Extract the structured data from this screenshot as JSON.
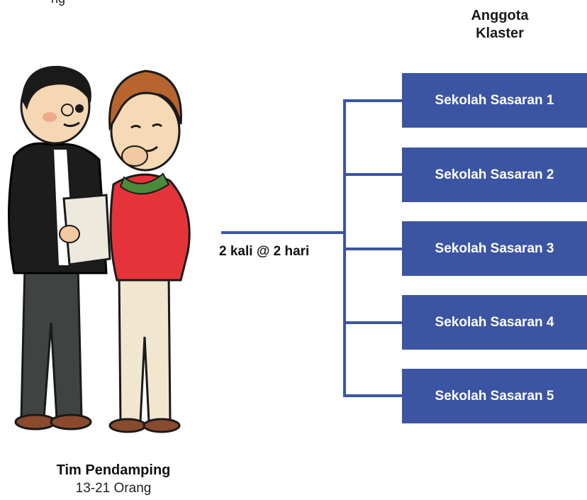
{
  "top_partial_text": "ng",
  "cluster_header": {
    "line1": "Anggota",
    "line2": "Klaster"
  },
  "connector_label": "2 kali @ 2 hari",
  "schools": [
    "Sekolah Sasaran 1",
    "Sekolah Sasaran 2",
    "Sekolah Sasaran 3",
    "Sekolah Sasaran 4",
    "Sekolah Sasaran 5"
  ],
  "team": {
    "title": "Tim Pendamping",
    "count": "13-21 Orang"
  },
  "colors": {
    "box": "#3b55a3",
    "line": "#3b55a3",
    "box_text": "#ffffff"
  }
}
